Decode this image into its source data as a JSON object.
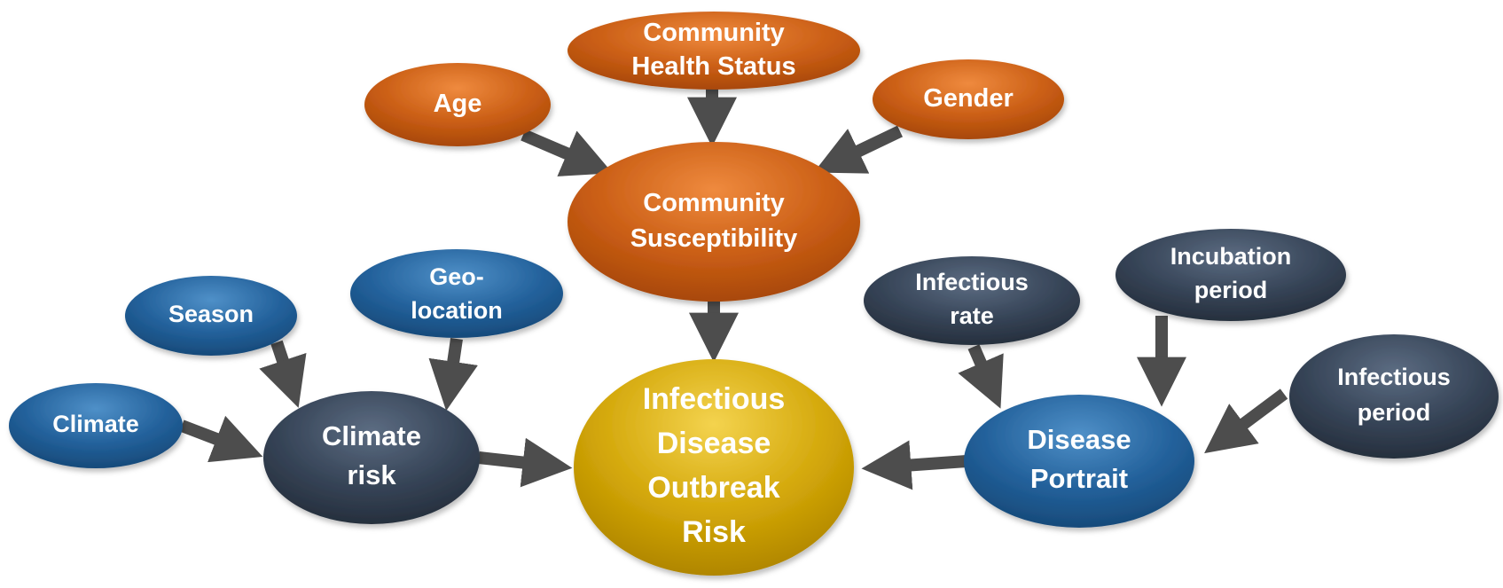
{
  "colors": {
    "orange": "#c55a11",
    "orange_light": "#f08a3c",
    "blue": "#1f5a8f",
    "blue_light": "#4f8fc6",
    "slate": "#333f50",
    "slate_light": "#5b6b80",
    "gold": "#c9a000",
    "gold_light": "#f2d04a",
    "arrow": "#4d4d4d"
  },
  "nodes": {
    "community_health_status": {
      "lines": [
        "Community",
        "Health Status"
      ]
    },
    "age": {
      "lines": [
        "Age"
      ]
    },
    "gender": {
      "lines": [
        "Gender"
      ]
    },
    "community_susceptibility": {
      "lines": [
        "Community",
        "Susceptibility"
      ]
    },
    "season": {
      "lines": [
        "Season"
      ]
    },
    "geo_location": {
      "lines": [
        "Geo-",
        "location"
      ]
    },
    "climate": {
      "lines": [
        "Climate"
      ]
    },
    "climate_risk": {
      "lines": [
        "Climate",
        "risk"
      ]
    },
    "outbreak_risk": {
      "lines": [
        "Infectious",
        "Disease",
        "Outbreak",
        "Risk"
      ]
    },
    "infectious_rate": {
      "lines": [
        "Infectious",
        "rate"
      ]
    },
    "incubation_period": {
      "lines": [
        "Incubation",
        "period"
      ]
    },
    "infectious_period": {
      "lines": [
        "Infectious",
        "period"
      ]
    },
    "disease_portrait": {
      "lines": [
        "Disease",
        "Portrait"
      ]
    }
  }
}
